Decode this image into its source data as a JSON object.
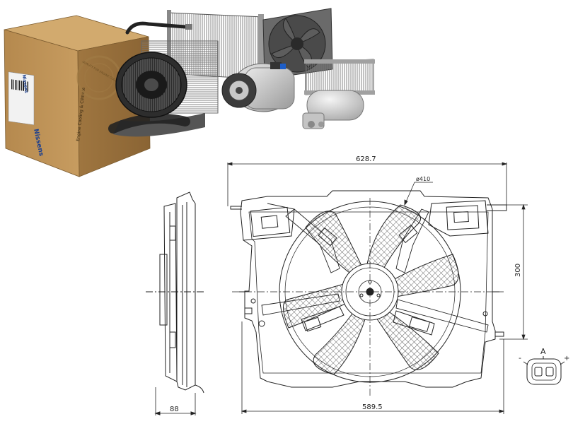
{
  "product_collage": {
    "box_brand": "Nissens",
    "box_brand_repeat": "Nissens",
    "box_tagline": "Engine Cooling & Climate",
    "box_seal": "QUALITY FOR ENGINE COOLING",
    "parts": [
      "blower-motor",
      "condenser",
      "radiator-fan",
      "ac-compressor",
      "heater-core",
      "receiver-drier"
    ]
  },
  "drawing": {
    "dim_width_top": "628.7",
    "dim_fan_diameter": "ø410",
    "dim_height_right": "300",
    "dim_width_bottom": "589.5",
    "dim_depth_side": "88",
    "connector_label": "A",
    "connector_minus": "-",
    "connector_plus": "+"
  },
  "colors": {
    "line": "#222222",
    "box_cardboard": "#b88d52",
    "box_dark": "#8e6a3a",
    "metal": "#9a9a9a",
    "hatch": "#444444"
  }
}
